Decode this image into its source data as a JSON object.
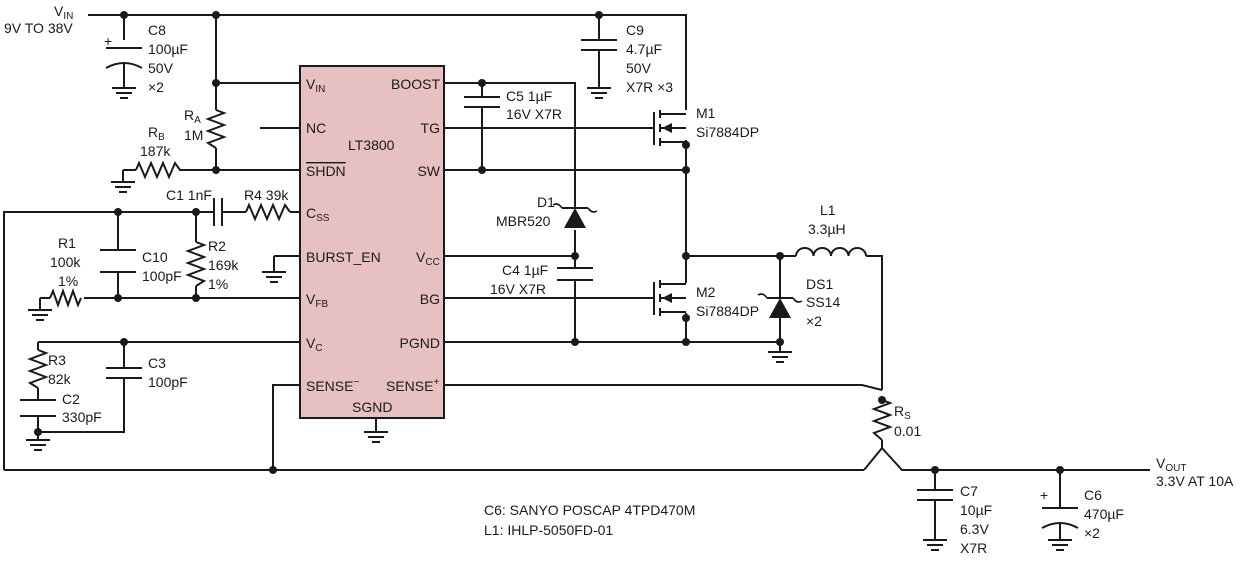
{
  "chip": {
    "name": "LT3800",
    "pins_left": [
      "V",
      "NC",
      "SHDN",
      "C",
      "BURST_EN",
      "V",
      "V",
      "SENSE"
    ],
    "pins_left_sub": [
      "IN",
      "",
      "",
      "SS",
      "",
      "FB",
      "C",
      "−"
    ],
    "pins_right": [
      "BOOST",
      "TG",
      "SW",
      "V",
      "BG",
      "PGND",
      "SENSE"
    ],
    "pins_right_sub": [
      "",
      "",
      "",
      "CC",
      "",
      "",
      "+"
    ],
    "sgnd": "SGND"
  },
  "vin": {
    "label": "V",
    "sub": "IN",
    "range": "9V TO 38V"
  },
  "vout": {
    "label": "V",
    "sub": "OUT",
    "spec": "3.3V AT 10A"
  },
  "components": {
    "c8": [
      "C8",
      "100µF",
      "50V",
      "×2"
    ],
    "c9": [
      "C9",
      "4.7µF",
      "50V",
      "X7R ×3"
    ],
    "ra": [
      "R",
      "A",
      "1M"
    ],
    "rb": [
      "R",
      "B",
      "187k"
    ],
    "c5": [
      "C5 1µF",
      "16V X7R"
    ],
    "m1": [
      "M1",
      "Si7884DP"
    ],
    "c1": "C1 1nF",
    "r4": "R4 39k",
    "d1": [
      "D1",
      "MBR520"
    ],
    "l1": [
      "L1",
      "3.3µH"
    ],
    "r1": [
      "R1",
      "100k",
      "1%"
    ],
    "c10": [
      "C10",
      "100pF"
    ],
    "r2": [
      "R2",
      "169k",
      "1%"
    ],
    "c4": [
      "C4 1µF",
      "16V X7R"
    ],
    "m2": [
      "M2",
      "Si7884DP"
    ],
    "ds1": [
      "DS1",
      "SS14",
      "×2"
    ],
    "r3": [
      "R3",
      "82k"
    ],
    "c3": [
      "C3",
      "100pF"
    ],
    "c2": [
      "C2",
      "330pF"
    ],
    "rs": [
      "R",
      "S",
      "0.01"
    ],
    "c7": [
      "C7",
      "10µF",
      "6.3V",
      "X7R"
    ],
    "c6": [
      "C6",
      "470µF",
      "×2"
    ]
  },
  "polarity_mark": "+",
  "notes": [
    "C6: SANYO POSCAP 4TPD470M",
    "L1: IHLP-5050FD-01"
  ]
}
